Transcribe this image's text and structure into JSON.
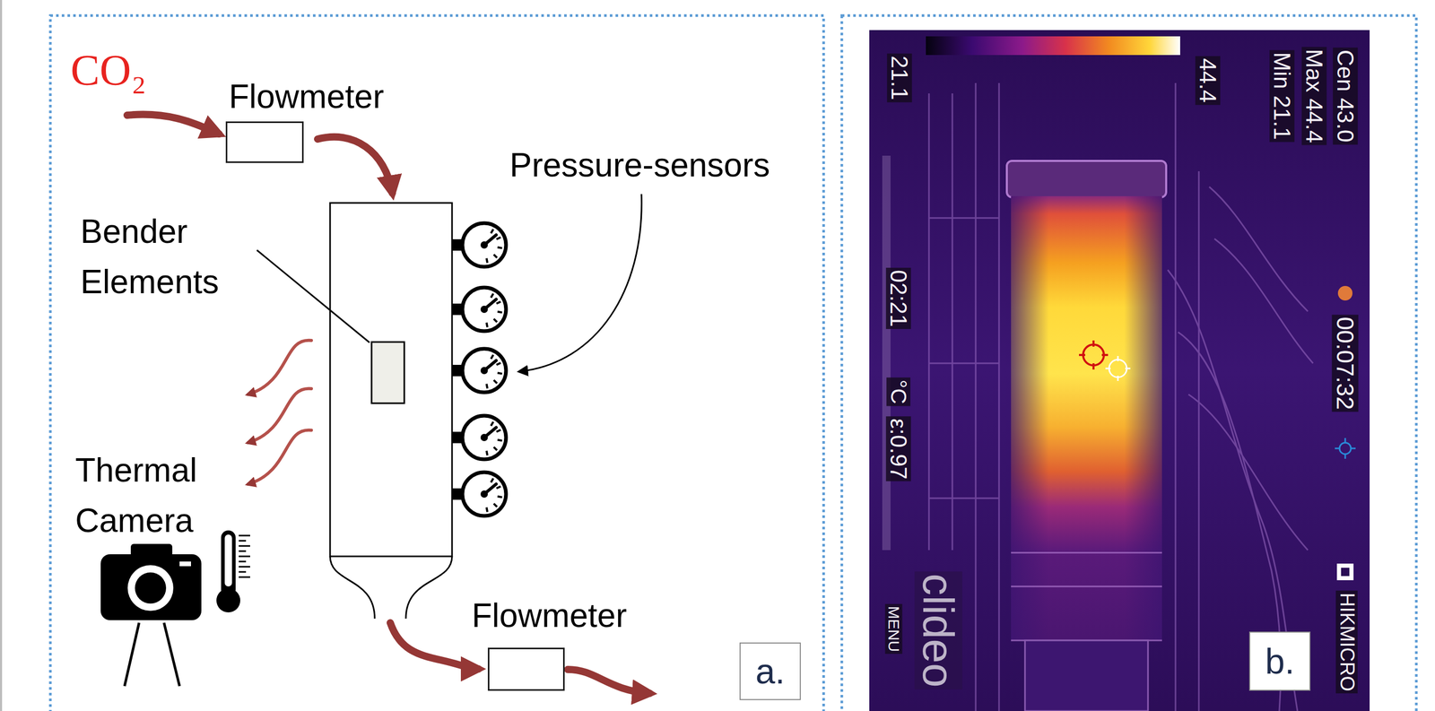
{
  "diagram": {
    "nodes": [
      {
        "text": [
          "Flowmeter"
        ]
      },
      {
        "text": [
          "Flowmeter"
        ]
      },
      {
        "text": [
          "a."
        ]
      },
      {
        "text": [
          "b."
        ]
      }
    ],
    "labels": [
      "CO₂",
      "Bender Elements",
      "Pressure-sensors",
      "Thermal Camera",
      "21.1",
      "44.4",
      "Cen 43.0",
      "Max 44.4",
      "Min 21.1",
      "02:21",
      "°C",
      "ε:0.97",
      "00:07:32",
      "MENU",
      "clideo",
      "HIKMICRO"
    ]
  }
}
